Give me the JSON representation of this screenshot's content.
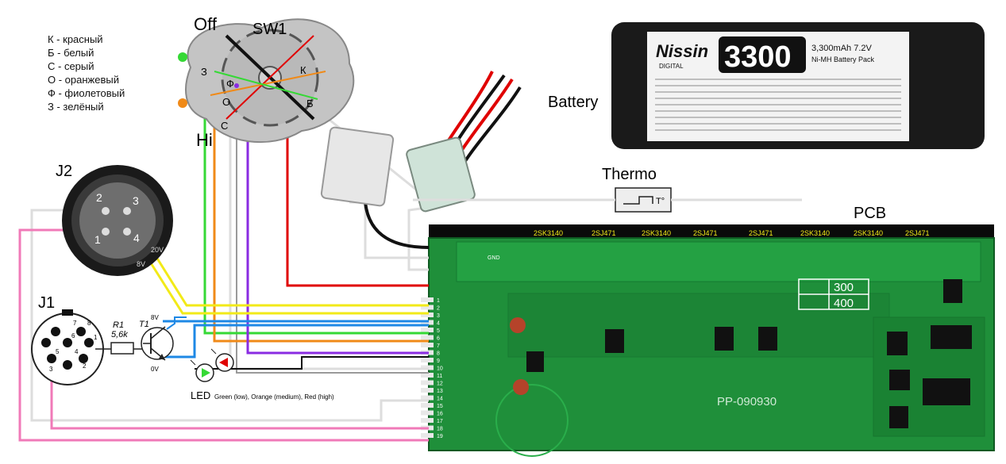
{
  "colors": {
    "red": "#e00000",
    "white": "#dddddd",
    "gray": "#9a9a9a",
    "orange": "#f08a18",
    "violet": "#8a2be2",
    "green": "#35d935",
    "yellow": "#f2ea18",
    "blue": "#1e88e5",
    "pink": "#f07ab8",
    "black": "#111111",
    "pcb": "#1f8f3a",
    "pcb_dark": "#0f5a22"
  },
  "legend": [
    "К - красный",
    "Б - белый",
    "С - серый",
    "О - оранжевый",
    "Ф - фиолетовый",
    "З - зелёный"
  ],
  "switch": {
    "name": "SW1",
    "off_label": "Off",
    "hi_label": "Hi",
    "pins": [
      "З",
      "Ф",
      "О",
      "С",
      "К",
      "Б"
    ]
  },
  "battery": {
    "label": "Battery",
    "brand": "Nissin",
    "brand_sub": "DIGITAL",
    "capacity": "3300",
    "spec_line1": "3,300mAh 7.2V",
    "spec_line2": "Ni-MH Battery Pack"
  },
  "thermo": {
    "label": "Thermo",
    "symbol": "T°"
  },
  "pcb": {
    "label": "PCB",
    "part_numbers": [
      "2SK3140",
      "2SJ471",
      "2SK3140",
      "2SJ471",
      "2SJ471",
      "2SK3140",
      "2SK3140",
      "2SJ471"
    ],
    "box_top": "300",
    "box_bottom": "400",
    "silk_code": "PP-090930",
    "gnd_label": "GND",
    "pin_numbers": [
      "1",
      "2",
      "3",
      "4",
      "5",
      "6",
      "7",
      "8",
      "9",
      "10",
      "11",
      "12",
      "13",
      "14",
      "15",
      "16",
      "17",
      "18",
      "19"
    ]
  },
  "j2": {
    "label": "J2",
    "pins": [
      "2",
      "3",
      "1",
      "4"
    ],
    "voltage_labels": [
      "20V",
      "8V"
    ]
  },
  "j1": {
    "label": "J1",
    "pins": [
      "7",
      "8",
      "6",
      "1",
      "5",
      "3",
      "4",
      "2"
    ]
  },
  "r1": {
    "label": "R1",
    "value": "5,6k"
  },
  "t1": {
    "label": "T1",
    "v_top": "8V",
    "v_bottom": "0V"
  },
  "led": {
    "label": "LED",
    "caption": "Green (low), Orange (medium), Red (high)"
  }
}
